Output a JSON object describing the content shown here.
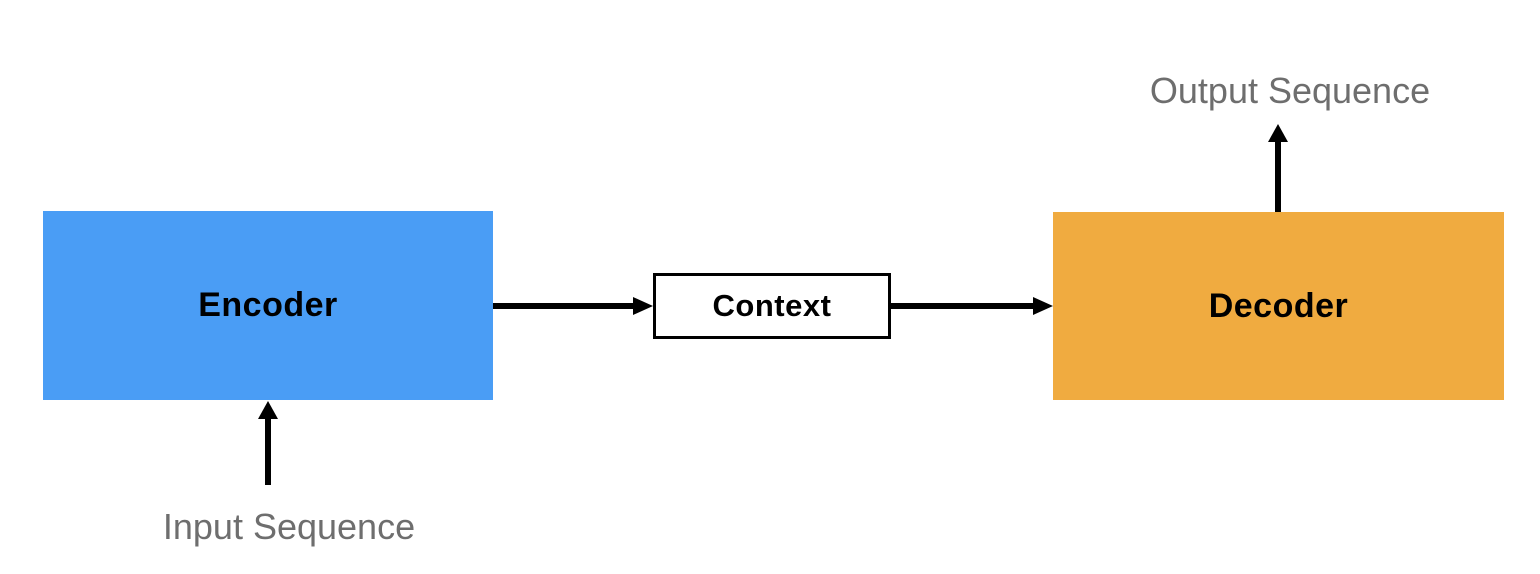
{
  "diagram": {
    "type": "encoder-decoder-architecture",
    "nodes": [
      {
        "id": "encoder",
        "label": "Encoder",
        "fill": "#4A9DF5",
        "text_color": "#000000"
      },
      {
        "id": "context",
        "label": "Context",
        "fill": "#FFFFFF",
        "border_color": "#000000",
        "text_color": "#000000"
      },
      {
        "id": "decoder",
        "label": "Decoder",
        "fill": "#F0AB40",
        "text_color": "#000000"
      }
    ],
    "annotations": {
      "input_label": "Input Sequence",
      "output_label": "Output Sequence",
      "label_color": "#6E6E6E"
    },
    "edges": [
      {
        "from": "input-sequence",
        "to": "encoder",
        "direction": "up"
      },
      {
        "from": "encoder",
        "to": "context",
        "direction": "right"
      },
      {
        "from": "context",
        "to": "decoder",
        "direction": "right"
      },
      {
        "from": "decoder",
        "to": "output-sequence",
        "direction": "up"
      }
    ],
    "arrow_color": "#000000",
    "background": "#FFFFFF"
  }
}
